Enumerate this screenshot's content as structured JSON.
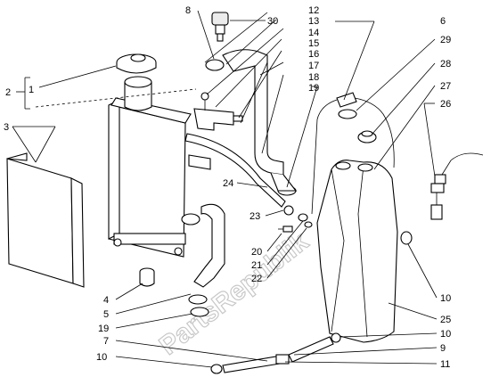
{
  "watermark": "PartsRepublik",
  "callouts": {
    "n1": "1",
    "n2": "2",
    "n3": "3",
    "n4": "4",
    "n5": "5",
    "n6": "6",
    "n7": "7",
    "n8": "8",
    "n9": "9",
    "n10a": "10",
    "n10b": "10",
    "n10c": "10",
    "n11": "11",
    "n12": "12",
    "n13": "13",
    "n14": "14",
    "n15": "15",
    "n16": "16",
    "n17": "17",
    "n18": "18",
    "n19a": "19",
    "n19b": "19",
    "n20": "20",
    "n21": "21",
    "n22": "22",
    "n23": "23",
    "n24": "24",
    "n25": "25",
    "n26": "26",
    "n27": "27",
    "n28": "28",
    "n29": "29",
    "n30": "30"
  }
}
